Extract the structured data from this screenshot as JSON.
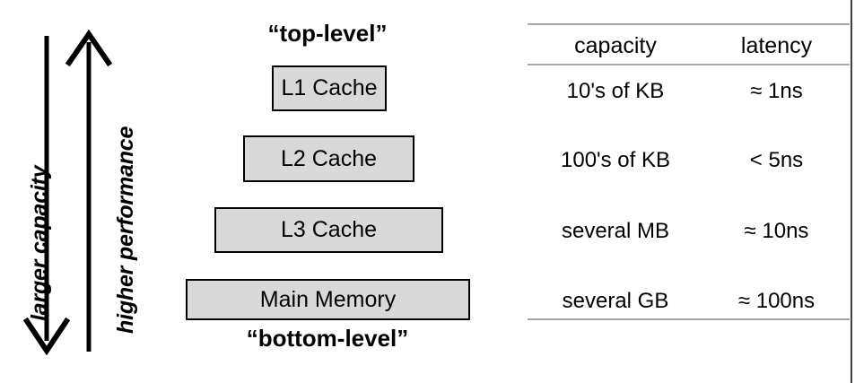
{
  "axes": {
    "capacity_arrow": {
      "label": "larger capacity",
      "direction": "down",
      "icon": "arrow-down-icon"
    },
    "performance_arrow": {
      "label": "higher performance",
      "direction": "up",
      "icon": "arrow-up-icon"
    }
  },
  "pyramid": {
    "top_label": "“top-level”",
    "bottom_label": "“bottom-level”",
    "fill_color": "#D9D9D9",
    "border_color": "#000000",
    "levels": [
      {
        "name": "L1 Cache"
      },
      {
        "name": "L2 Cache"
      },
      {
        "name": "L3 Cache"
      },
      {
        "name": "Main Memory"
      }
    ]
  },
  "table": {
    "rule_color": "#A6A6A6",
    "headers": [
      "capacity",
      "latency"
    ],
    "rows": [
      {
        "capacity": "10's of KB",
        "latency": "≈ 1ns"
      },
      {
        "capacity": "100's of KB",
        "latency": "< 5ns"
      },
      {
        "capacity": "several MB",
        "latency": "≈ 10ns"
      },
      {
        "capacity": "several GB",
        "latency": "≈ 100ns"
      }
    ]
  }
}
